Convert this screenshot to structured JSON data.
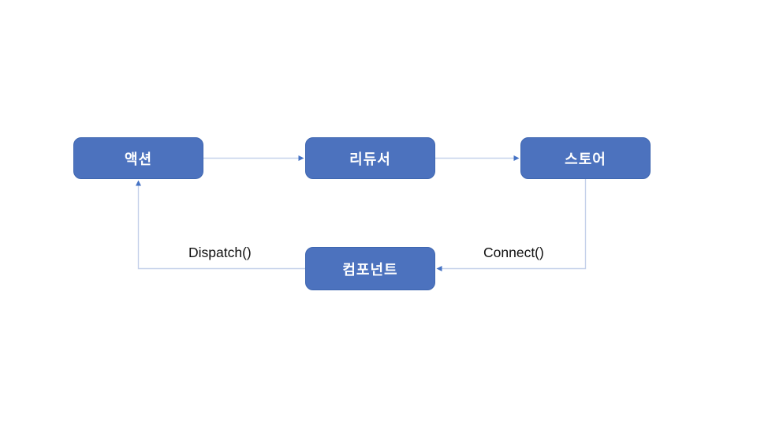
{
  "diagram": {
    "nodes": [
      {
        "id": "action",
        "label": "액션"
      },
      {
        "id": "reducer",
        "label": "리듀서"
      },
      {
        "id": "store",
        "label": "스토어"
      },
      {
        "id": "component",
        "label": "컴포넌트"
      }
    ],
    "edges": [
      {
        "from": "action",
        "to": "reducer",
        "label": ""
      },
      {
        "from": "reducer",
        "to": "store",
        "label": ""
      },
      {
        "from": "store",
        "to": "component",
        "label": "Connect()"
      },
      {
        "from": "component",
        "to": "action",
        "label": "Dispatch()"
      }
    ],
    "edge_labels": [
      {
        "id": "dispatch",
        "text": "Dispatch()"
      },
      {
        "id": "connect",
        "text": "Connect()"
      }
    ],
    "colors": {
      "node_fill": "#4C72BE",
      "node_border": "#3E66B0",
      "node_text": "#FFFFFF",
      "connector_line": "#C5D1EA",
      "arrowhead": "#4472C4",
      "edge_label_text": "#111111",
      "background": "#FFFFFF"
    }
  }
}
